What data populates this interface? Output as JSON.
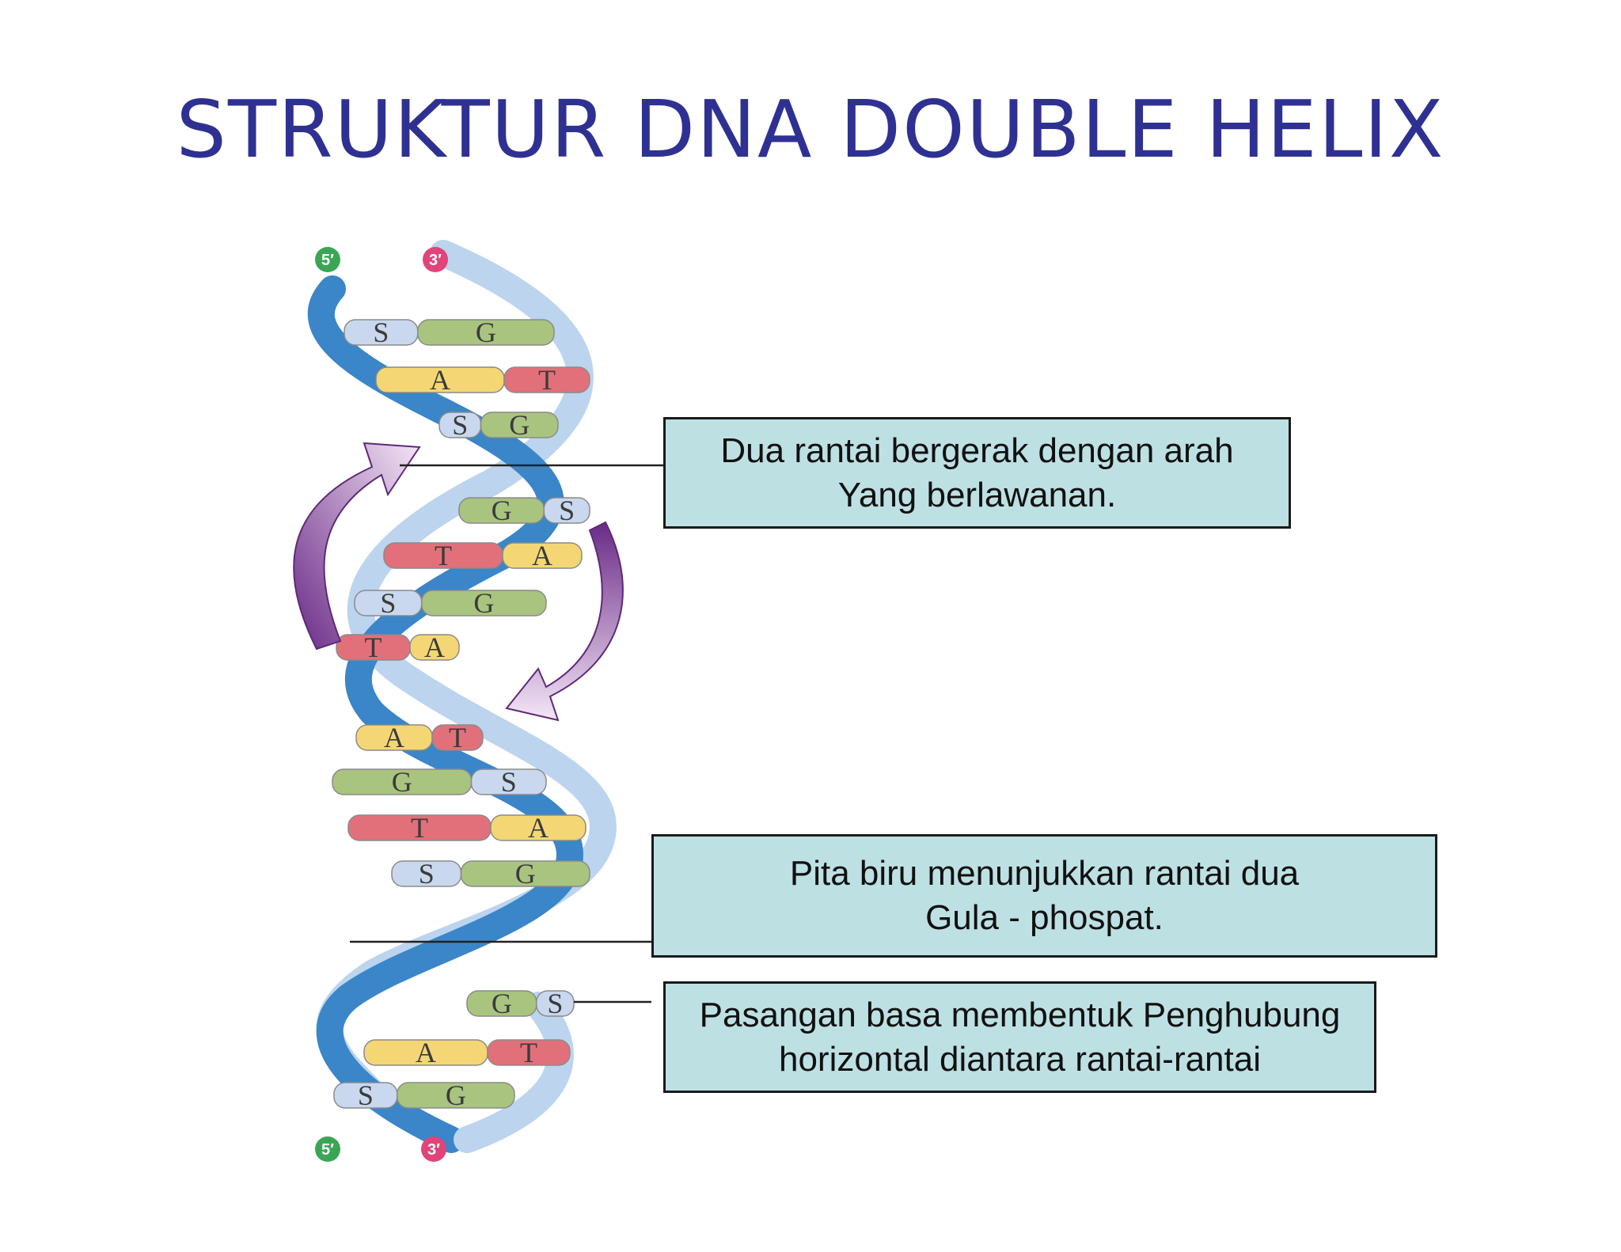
{
  "title": "STRUKTUR DNA DOUBLE HELIX",
  "ends": {
    "left": "5′",
    "right": "3′"
  },
  "callouts": [
    {
      "line1": "Dua rantai bergerak dengan arah",
      "line2": "Yang berlawanan."
    },
    {
      "line1": "Pita biru menunjukkan rantai dua",
      "line2": "Gula - phospat."
    },
    {
      "line1": "Pasangan basa membentuk Penghubung",
      "line2": "horizontal diantara rantai-rantai"
    }
  ],
  "base_pairs": [
    {
      "left": "S",
      "right": "G"
    },
    {
      "left": "A",
      "right": "T"
    },
    {
      "left": "S",
      "right": "G"
    },
    {
      "left": "G",
      "right": "S"
    },
    {
      "left": "T",
      "right": "A"
    },
    {
      "left": "S",
      "right": "G"
    },
    {
      "left": "T",
      "right": "A"
    },
    {
      "left": "A",
      "right": "T"
    },
    {
      "left": "G",
      "right": "S"
    },
    {
      "left": "T",
      "right": "A"
    },
    {
      "left": "S",
      "right": "G"
    },
    {
      "left": "G",
      "right": "S"
    },
    {
      "left": "A",
      "right": "T"
    },
    {
      "left": "S",
      "right": "G"
    }
  ],
  "colors": {
    "title": "#2e3192",
    "strand": "#3a86c8",
    "strand_light": "#c9dcf0",
    "A": "#f4d774",
    "T": "#e2707a",
    "G": "#a9c47f",
    "S": "#c9d8ee",
    "arrow": "#7a3b93",
    "callout_bg": "#bde0e3",
    "end_5": "#3aa655",
    "end_3": "#e0447a"
  }
}
